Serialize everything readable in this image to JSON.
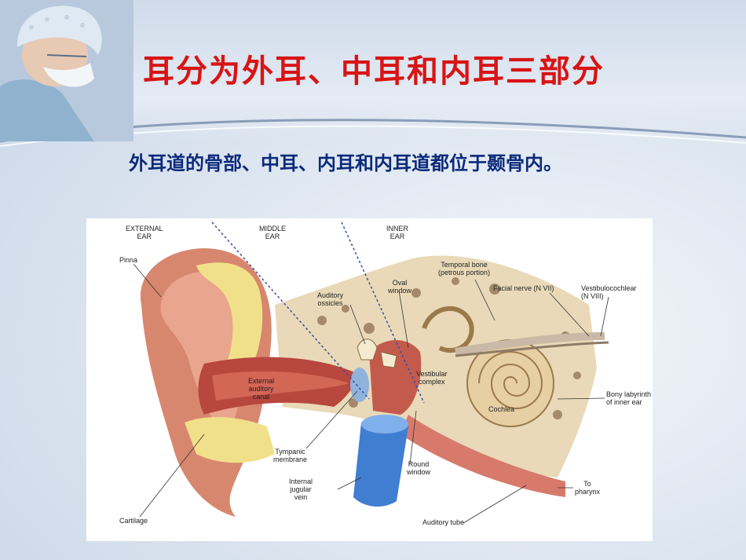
{
  "slide": {
    "title": "耳分为外耳、中耳和内耳三部分",
    "subtitle": "外耳道的骨部、中耳、内耳和内耳道都位于颞骨内。"
  },
  "figure": {
    "regions": {
      "external": "EXTERNAL\nEAR",
      "middle": "MIDDLE\nEAR",
      "inner": "INNER\nEAR"
    },
    "labels": {
      "pinna": "Pinna",
      "auditory_ossicles": "Auditory\nossicles",
      "oval_window": "Oval\nwindow",
      "temporal_bone": "Temporal bone\n(petrous portion)",
      "facial_nerve": "Facial nerve (N VII)",
      "vestibulocochlear": "Vestibulocochlear\n(N VIII)",
      "external_auditory_canal": "External\nauditory\ncanal",
      "vestibular_complex": "Vestibular\ncomplex",
      "cochlea": "Cochlea",
      "bony_labyrinth": "Bony labyrinth\nof inner ear",
      "tympanic_membrane": "Tympanic\nmembrane",
      "round_window": "Round\nwindow",
      "internal_jugular_vein": "Internal\njugular\nvein",
      "to_pharynx": "To\npharynx",
      "cartilage": "Cartilage",
      "auditory_tube": "Auditory tube"
    }
  },
  "colors": {
    "title": "#d81414",
    "subtitle": "#0b2a7a"
  }
}
